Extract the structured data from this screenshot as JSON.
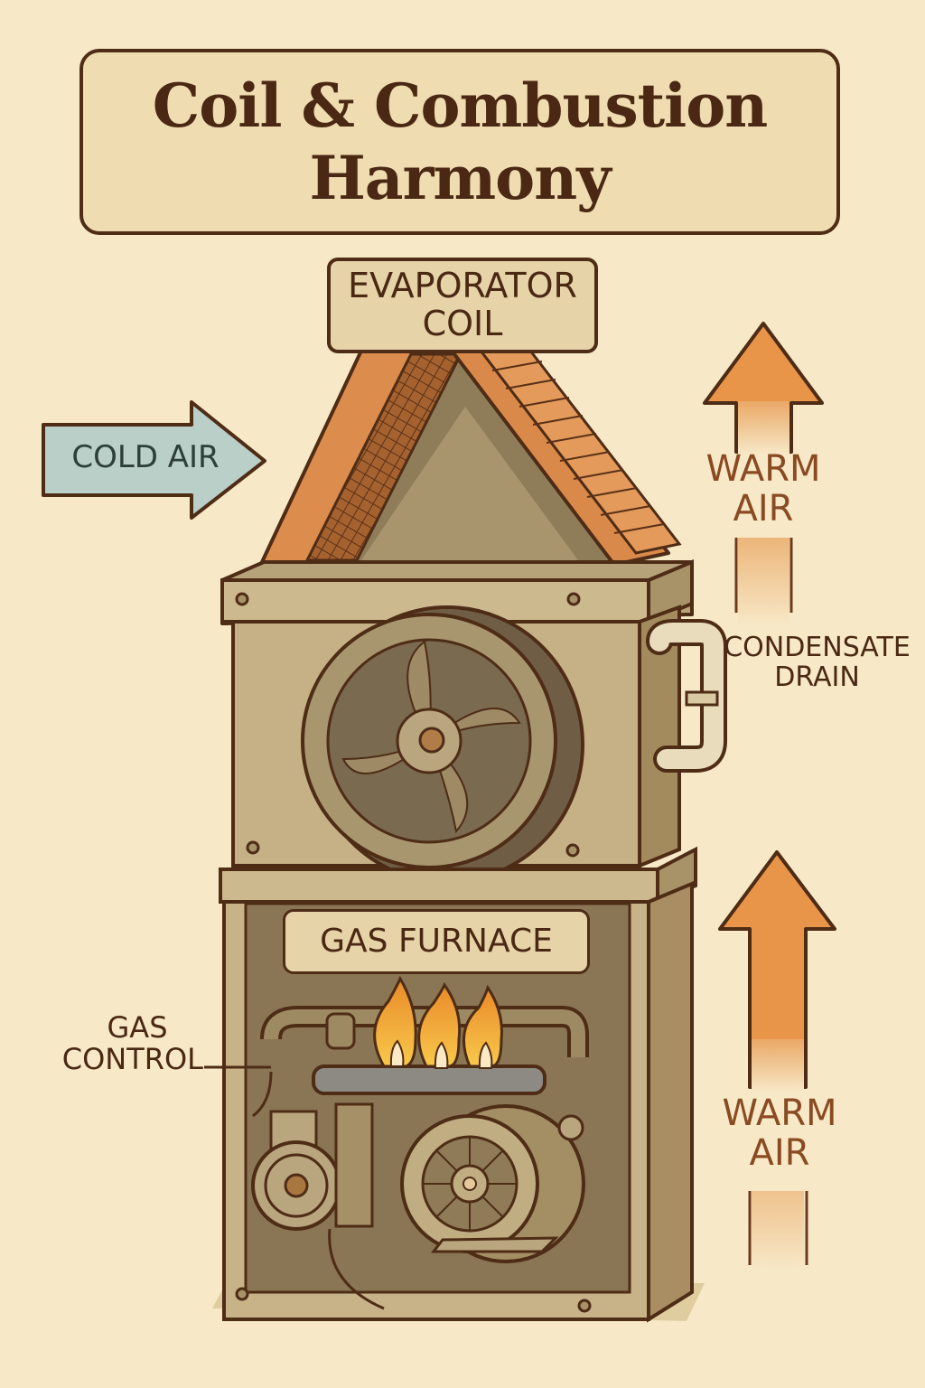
{
  "title": {
    "line1": "Coil & Combustion",
    "line2": "Harmony"
  },
  "labels": {
    "evaporator_coil": {
      "line1": "EVAPORATOR",
      "line2": "COIL"
    },
    "cold_air": "COLD AIR",
    "warm_air_upper": {
      "line1": "WARM",
      "line2": "AIR"
    },
    "condensate_drain": {
      "line1": "CONDENSATE",
      "line2": "DRAIN"
    },
    "gas_furnace": "GAS FURNACE",
    "gas_control": {
      "line1": "GAS",
      "line2": "CONTROL"
    },
    "warm_air_lower": {
      "line1": "WARM",
      "line2": "AIR"
    }
  },
  "colors": {
    "background": "#f7e9c8",
    "outline": "#4e2c16",
    "cold_air_arrow": "#b9cfc8",
    "warm_air_arrow": "#e8954a",
    "copper_coil": "#d9874a",
    "cabinet": "#c8b388",
    "flame": "#f4a534"
  }
}
